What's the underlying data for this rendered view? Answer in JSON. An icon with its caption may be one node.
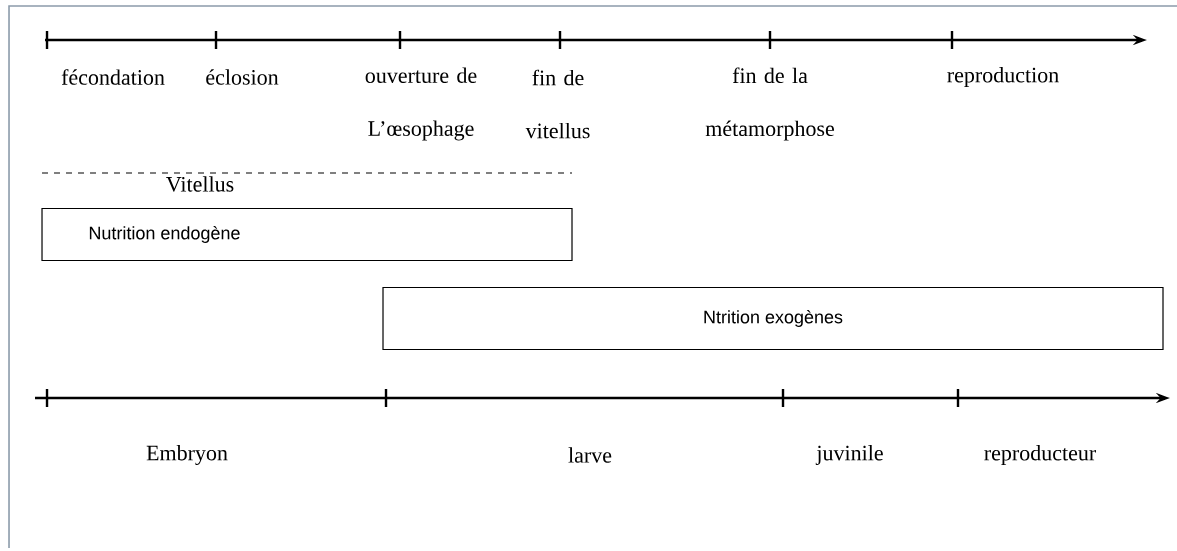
{
  "diagram": {
    "nodes": [
      {
        "text": [
          "Nutrition endogène"
        ]
      },
      {
        "text": [
          "Ntrition exogènes"
        ]
      }
    ],
    "edges": [],
    "labels": [
      "fécondation",
      "éclosion",
      "ouverture de L’œsophage",
      "fin de vitellus",
      "fin de la métamorphose",
      "reproduction",
      "Vitellus",
      "Embryon",
      "larve",
      "juvinile",
      "reproducteur"
    ]
  }
}
